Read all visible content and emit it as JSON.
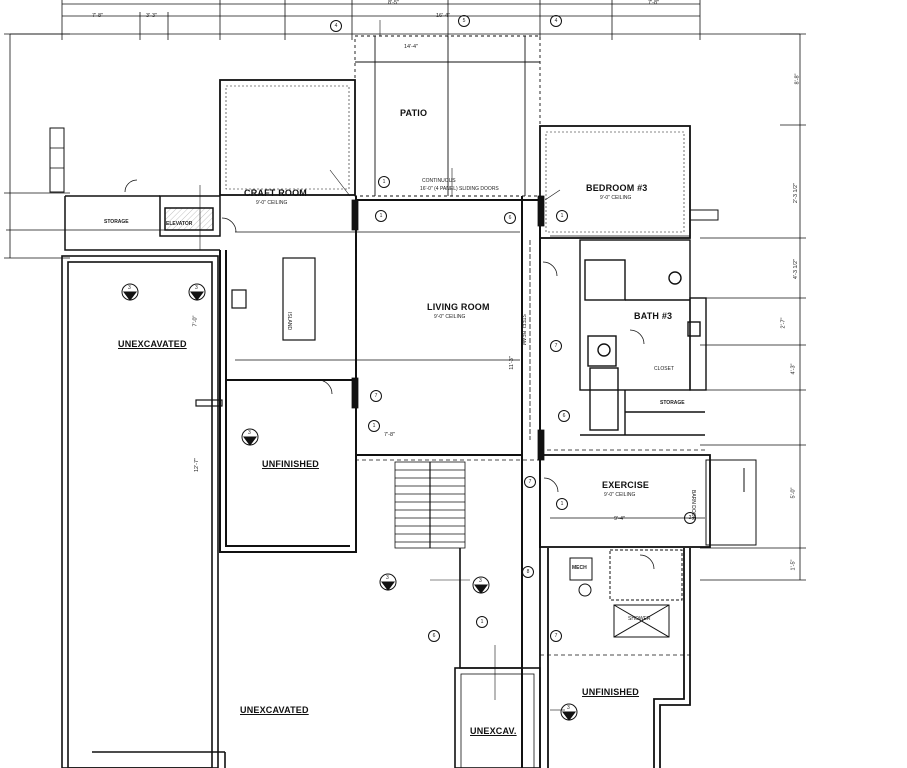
{
  "rooms": {
    "patio": "PATIO",
    "craft_room": "CRAFT ROOM",
    "craft_ceiling": "9'-0\" CEILING",
    "bedroom": "BEDROOM #3",
    "bedroom_ceiling": "9'-0\" CEILING",
    "living_room": "LIVING ROOM",
    "living_ceiling": "9'-0\" CEILING",
    "bath": "BATH #3",
    "closet": "CLOSET",
    "storage_right": "STORAGE",
    "exercise": "EXERCISE",
    "exercise_ceiling": "9'-0\" CEILING",
    "unfinished_left": "UNFINISHED",
    "unfinished_right": "UNFINISHED",
    "unexcavated_left": "UNEXCAVATED",
    "unexcavated_bottom": "UNEXCAVATED",
    "unexcavated_small": "UNEXCAV.",
    "storage_left": "STORAGE",
    "elevator": "ELEVATOR",
    "mech": "MECH",
    "island": "ISLAND"
  },
  "dimensions": {
    "top_1": "7'-8\"",
    "top_2": "3'-3\"",
    "top_3": "8'-5\"",
    "top_4": "16'-4\"",
    "top_5": "7'-8\"",
    "right_1": "8'-8\"",
    "right_2": "2'-3 1/2\"",
    "right_3": "4'-3 1/2\"",
    "right_4": "2'-7\"",
    "right_5": "4'-3\"",
    "right_6": "5'-0\"",
    "right_7": "1'-5\"",
    "left_1": "7'-0\"",
    "left_2": "12'-7\"",
    "patio_span": "14'-4\"",
    "living_1": "11'-3\"",
    "living_2": "7'-8\"",
    "exercise_w": "9'-4\""
  },
  "notes": {
    "sliding_door": "16'-0\" (4 PANEL) SLIDING DOORS",
    "beam": "STEEL BEAM",
    "roof": "CONTINUOUS",
    "barn_door": "BARN DOOR",
    "shower": "SHOWER"
  },
  "tags": {
    "t1": "1",
    "t2": "1",
    "t3": "1",
    "t4": "1",
    "t5": "1",
    "t6": "1",
    "t7": "2",
    "t8": "4",
    "t9": "4",
    "t10": "5",
    "t11": "6",
    "t12": "6",
    "t13": "7",
    "t14": "7",
    "t15": "7",
    "t16": "7",
    "t17": "8",
    "t18": "6",
    "s1": "3",
    "s2": "3",
    "s3": "3",
    "s4": "3",
    "s5": "3",
    "s6": "3"
  },
  "colors": {
    "ink": "#111111",
    "paper": "#ffffff",
    "fill": "#f2f2f2"
  }
}
